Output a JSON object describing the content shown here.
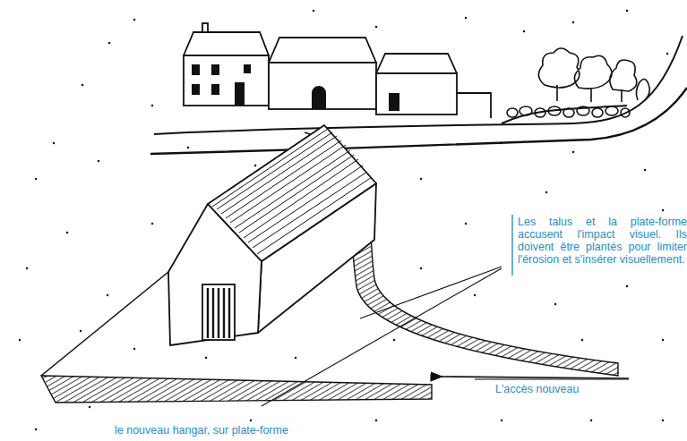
{
  "diagram": {
    "labels": [
      "Les talus et la plate-forme accusent l'impact visuel. Ils doivent être plantés pour limiter l'érosion et s'insérer visuellement.",
      "L'accès nouveau",
      "le nouveau hangar, sur plate-forme"
    ]
  }
}
